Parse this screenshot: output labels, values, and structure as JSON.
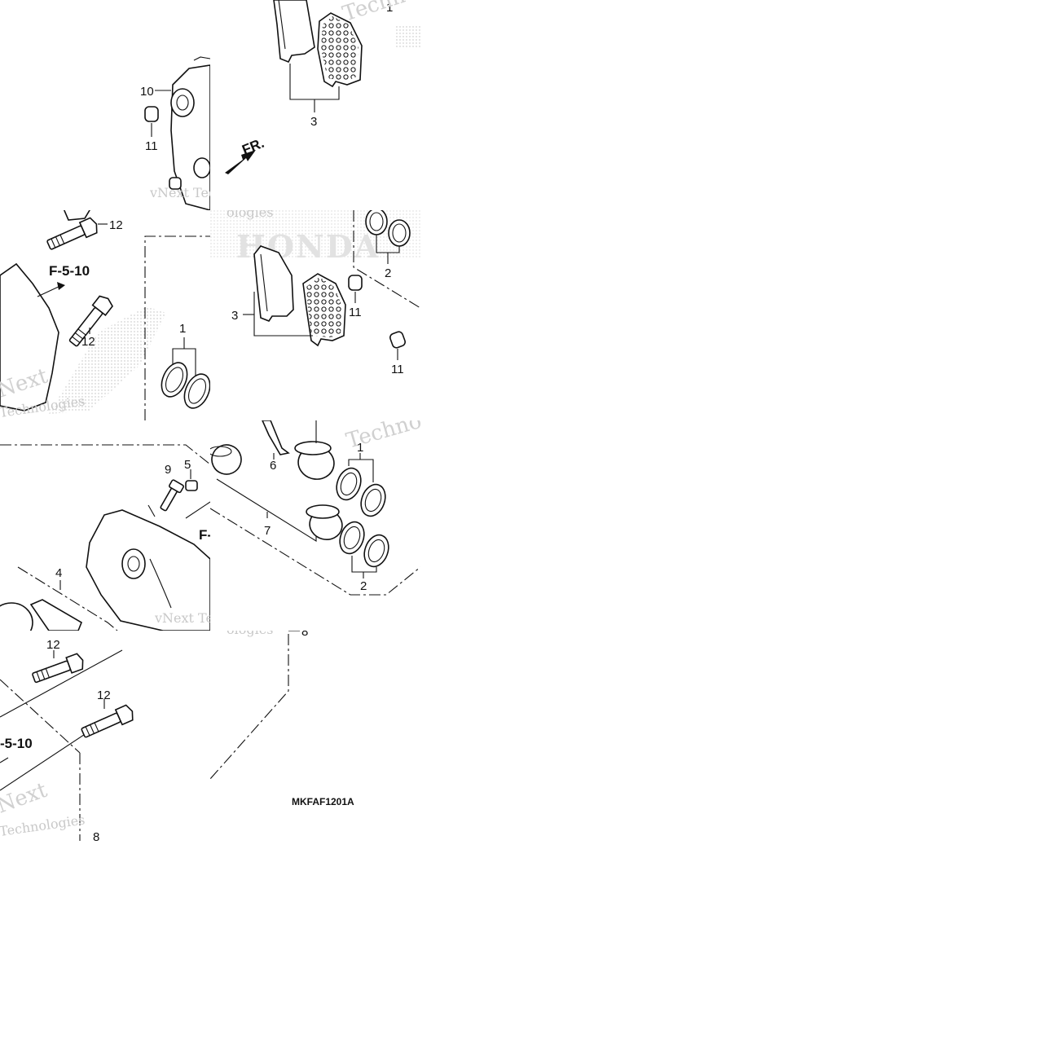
{
  "labels": {
    "l1": "1",
    "l2": "2",
    "l3": "3",
    "l4": "4",
    "l5": "5",
    "l6": "6",
    "l7": "7",
    "l8": "8",
    "l9": "9",
    "l10": "10",
    "l11": "11",
    "l12": "12"
  },
  "references": {
    "fr": "FR.",
    "f510": "F-5-10",
    "f5_partial": "F-",
    "f510_partial": "-5-10"
  },
  "diagram_code": "MKFAF1201A",
  "watermarks": {
    "vnext": "vNext Tec",
    "technologies": "Technologies",
    "ologies": "ologies",
    "techno": "Techno",
    "techn": "Techn",
    "ext": "Next",
    "brand": "HONDA"
  },
  "colors": {
    "ink": "#111111",
    "watermark": "#c8c8c8",
    "background": "#ffffff"
  }
}
